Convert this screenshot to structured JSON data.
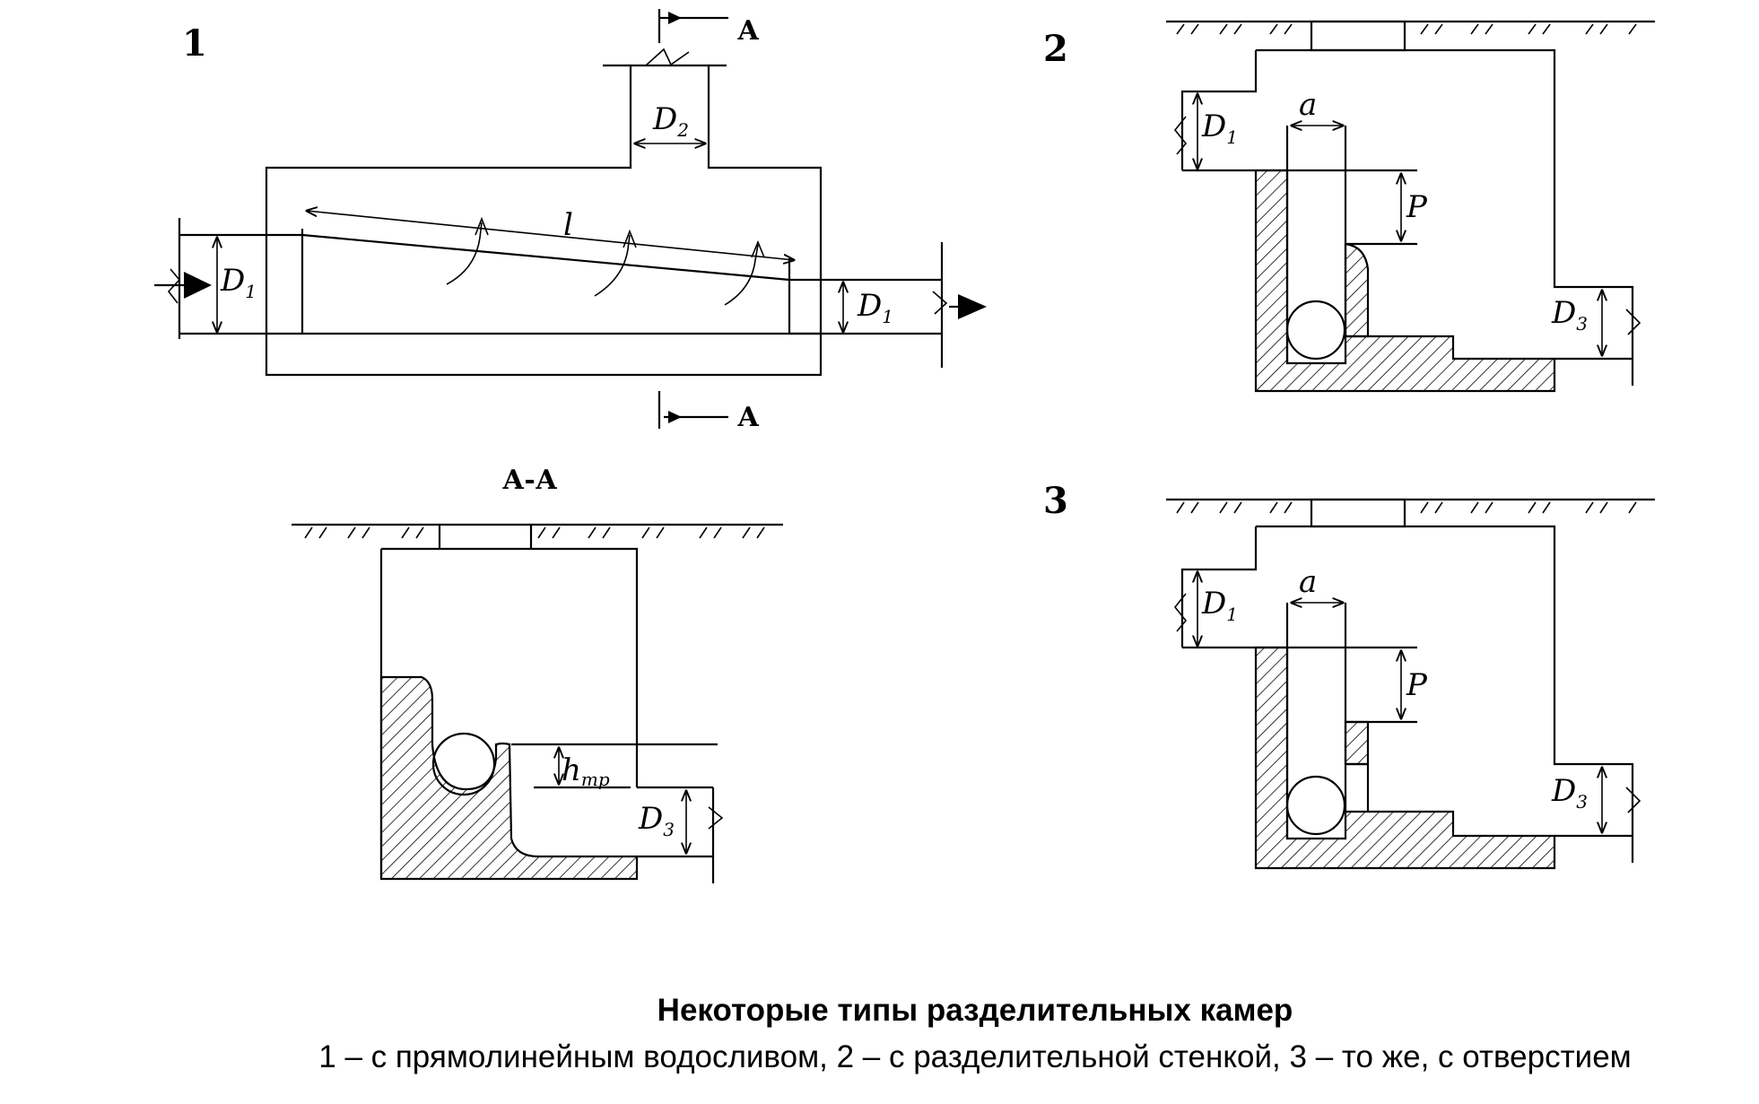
{
  "labels": {
    "fig1": "1",
    "fig2": "2",
    "fig3": "3",
    "section_mark": "А",
    "section_title": "А-А"
  },
  "dims": {
    "D1": "D",
    "D1_sub": "1",
    "D2": "D",
    "D2_sub": "2",
    "D3": "D",
    "D3_sub": "3",
    "l": "l",
    "a": "a",
    "P": "P",
    "h": "h",
    "h_sub": "тр"
  },
  "caption": {
    "title": "Некоторые типы разделительных камер",
    "text": "1 – с прямолинейным водосливом, 2 – с разделительной стенкой, 3 – то же, с отверстием"
  }
}
